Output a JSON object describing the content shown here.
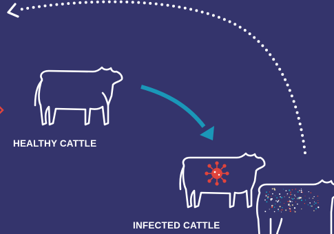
{
  "labels": {
    "healthy": "HEALTHY CATTLE",
    "infected": "INFECTED CATTLE"
  },
  "colors": {
    "background": "#34346c",
    "outline": "#ffffff",
    "arrow_teal": "#1a97b8",
    "virus_red": "#e0443c",
    "dots": "#ffffff"
  },
  "icons": {
    "healthy": "cow-icon",
    "infected": "cow-icon",
    "virus": "virus-icon",
    "spread": "speckle-texture",
    "transmission": "curved-arrow-icon",
    "return_cycle": "dotted-arrow-icon",
    "offscreen": "chevron-right-icon"
  }
}
